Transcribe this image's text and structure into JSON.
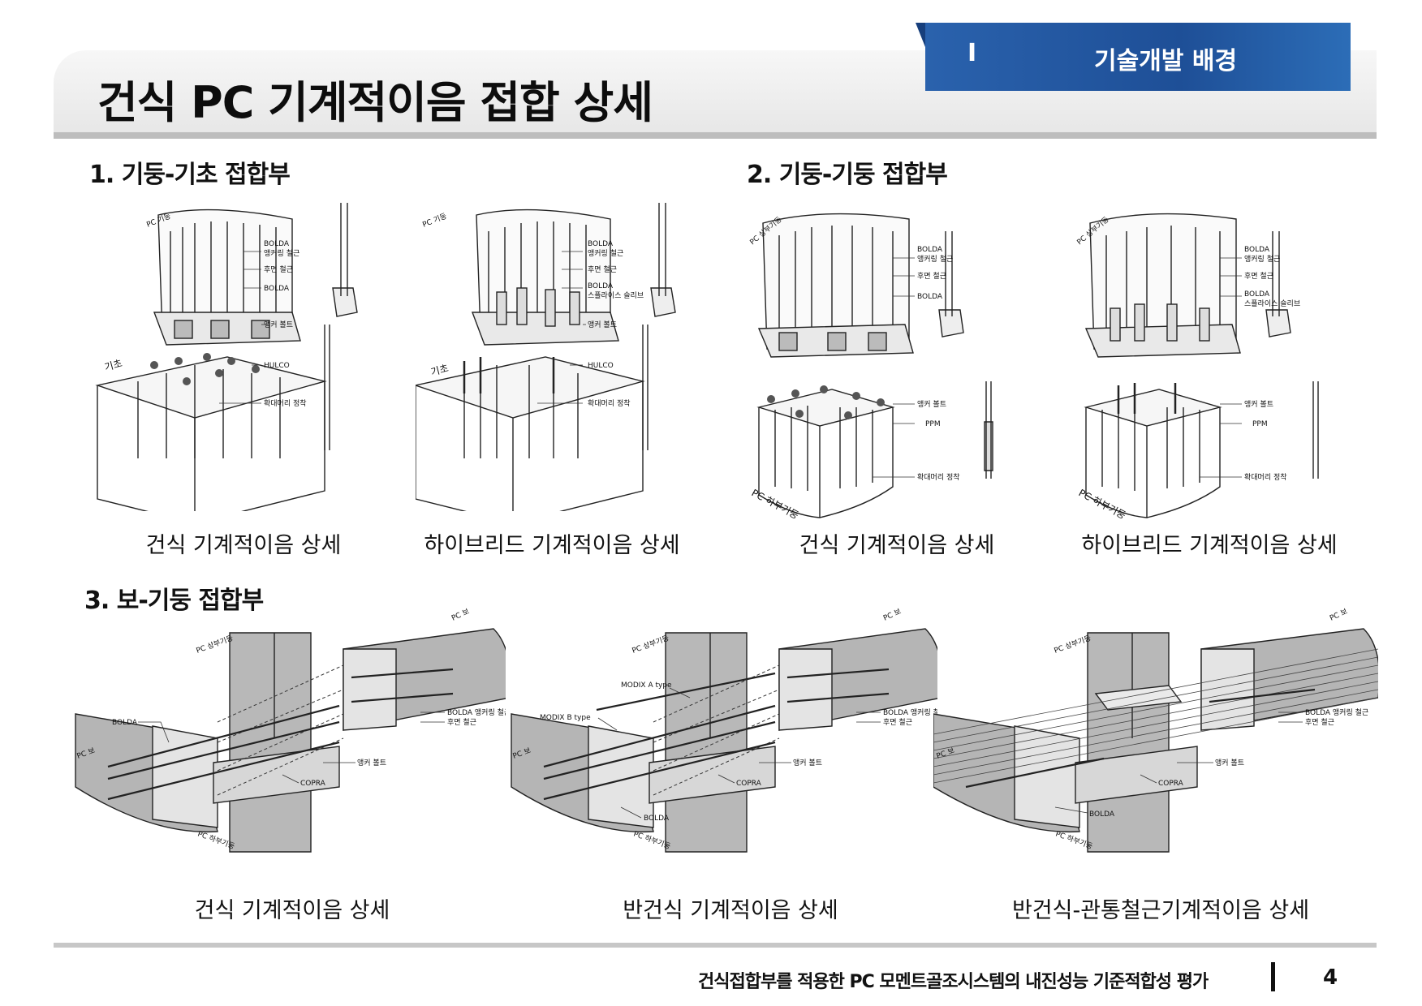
{
  "header": {
    "title": "건식 PC 기계적이음 접합 상세",
    "section_number": "I",
    "section_label": "기술개발 배경"
  },
  "sections": [
    {
      "heading": "1. 기둥-기초 접합부",
      "figures": [
        {
          "caption": "건식 기계적이음 상세",
          "labels": {
            "member_top": "PC 기둥",
            "member_bottom": "기초",
            "l1": "BOLDA",
            "l2": "앵커링 철근",
            "l3": "후면 철근",
            "l4": "BOLDA",
            "l5": "앵커 볼트",
            "l6": "HULCO",
            "l7": "확대머리 정착"
          }
        },
        {
          "caption": "하이브리드 기계적이음 상세",
          "labels": {
            "member_top": "PC 기둥",
            "member_bottom": "기초",
            "l1": "BOLDA",
            "l2": "앵커링 철근",
            "l3": "후면 철근",
            "l4": "BOLDA",
            "l4b": "스플라이스 슬리브",
            "l5": "앵커 볼트",
            "l6": "HULCO",
            "l7": "확대머리 정착"
          }
        }
      ]
    },
    {
      "heading": "2. 기둥-기둥 접합부",
      "figures": [
        {
          "caption": "건식 기계적이음 상세",
          "labels": {
            "member_top": "PC 상부기둥",
            "member_bottom": "PC 하부기둥",
            "l1": "BOLDA",
            "l2": "앵커링 철근",
            "l3": "후면 철근",
            "l4": "BOLDA",
            "l5": "앵커 볼트",
            "l6": "PPM",
            "l7": "확대머리 정착"
          }
        },
        {
          "caption": "하이브리드 기계적이음 상세",
          "labels": {
            "member_top": "PC 상부기둥",
            "member_bottom": "PC 하부기둥",
            "l1": "BOLDA",
            "l2": "앵커링 철근",
            "l3": "후면 철근",
            "l4": "BOLDA",
            "l4b": "스플라이스 슬리브",
            "l5": "앵커 볼트",
            "l6": "PPM",
            "l7": "확대머리 정착"
          }
        }
      ]
    },
    {
      "heading": "3. 보-기둥 접합부",
      "figures": [
        {
          "caption": "건식 기계적이음 상세",
          "labels": {
            "col_top": "PC 상부기둥",
            "col_bottom": "PC 하부기둥",
            "beam_right": "PC 보",
            "beam_left": "PC 보",
            "bolda": "BOLDA",
            "anchor": "BOLDA 앵커링 철근",
            "rear": "후면 철근",
            "bolt": "앵커 볼트",
            "copra": "COPRA"
          }
        },
        {
          "caption": "반건식 기계적이음 상세",
          "labels": {
            "col_top": "PC 상부기둥",
            "col_bottom": "PC 하부기둥",
            "beam_right": "PC 보",
            "beam_left": "PC 보",
            "modixA": "MODIX A type",
            "modixB": "MODIX B type",
            "anchor": "BOLDA 앵커링 철근",
            "rear": "후면 철근",
            "bolt": "앵커 볼트",
            "copra": "COPRA",
            "bolda": "BOLDA"
          }
        },
        {
          "caption": "반건식-관통철근기계적이음 상세",
          "labels": {
            "col_top": "PC 상부기둥",
            "col_bottom": "PC 하부기둥",
            "beam_right": "PC 보",
            "beam_left": "PC 보",
            "anchor": "BOLDA 앵커링 철근",
            "rear": "후면 철근",
            "bolt": "앵커 볼트",
            "copra": "COPRA",
            "bolda": "BOLDA"
          }
        }
      ]
    }
  ],
  "footer": {
    "text": "건식접합부를 적용한 PC 모멘트골조시스템의 내진성능 기준적합성 평가",
    "page": "4"
  }
}
